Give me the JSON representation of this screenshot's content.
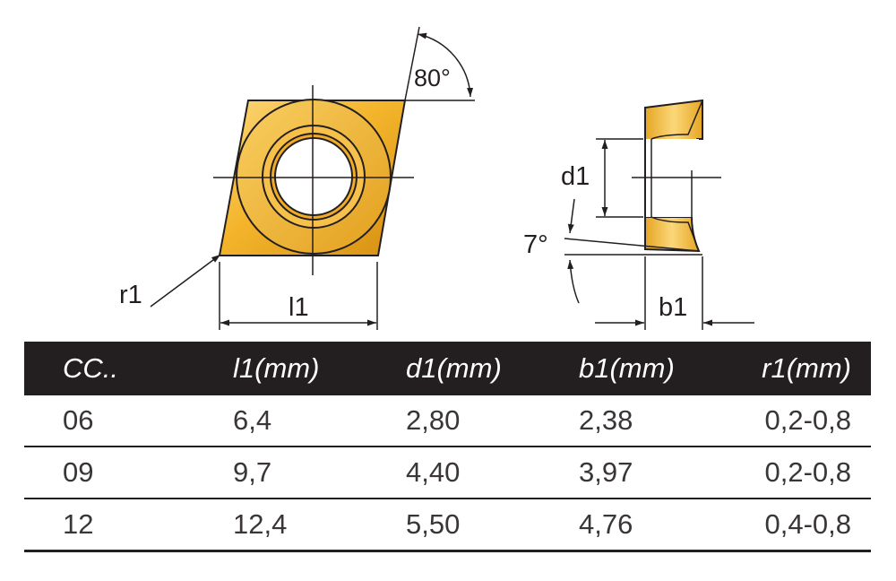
{
  "labels": {
    "angle_top": "80°",
    "angle_side": "7°",
    "d1": "d1",
    "l1": "l1",
    "b1": "b1",
    "r1": "r1"
  },
  "colors": {
    "insert_gold": "#f4b52c",
    "insert_light": "#fbd77a",
    "insert_dark": "#d68f12",
    "ink": "#231f20"
  },
  "table": {
    "headers": [
      "CC..",
      "l1(mm)",
      "d1(mm)",
      "b1(mm)",
      "r1(mm)"
    ],
    "rows": [
      [
        "06",
        "6,4",
        "2,80",
        "2,38",
        "0,2-0,8"
      ],
      [
        "09",
        "9,7",
        "4,40",
        "3,97",
        "0,2-0,8"
      ],
      [
        "12",
        "12,4",
        "5,50",
        "4,76",
        "0,4-0,8"
      ]
    ]
  }
}
